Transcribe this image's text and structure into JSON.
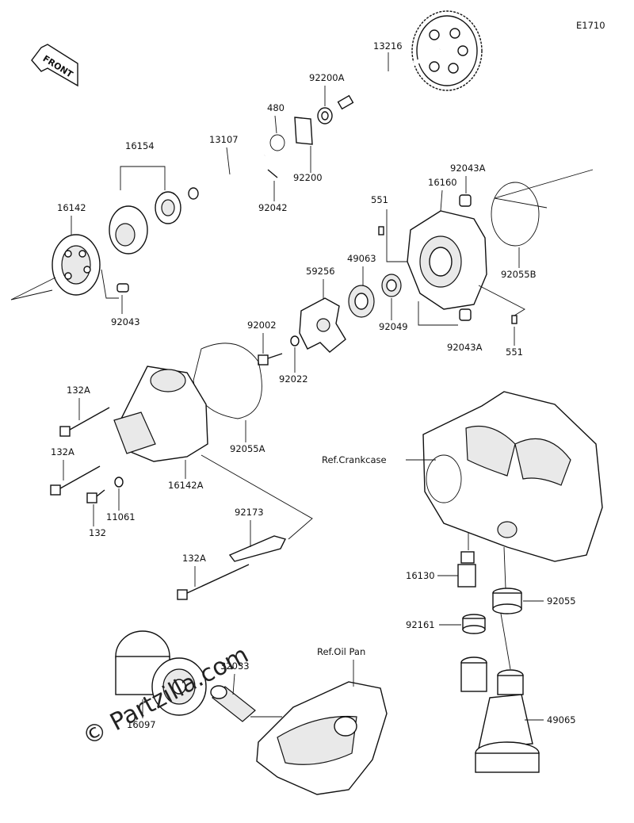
{
  "diagram": {
    "code": "E1710",
    "front_label": "FRONT",
    "watermark": "© Partzilla.com",
    "refs": {
      "crankcase": "Ref.Crankcase",
      "oil_pan": "Ref.Oil Pan"
    },
    "labels": {
      "p13216": "13216",
      "p92200a": "92200A",
      "p480": "480",
      "p13107": "13107",
      "p16154": "16154",
      "p92200": "92200",
      "p92042": "92042",
      "p16142": "16142",
      "p92043": "92043",
      "p92043a_top": "92043A",
      "p16160": "16160",
      "p551_top": "551",
      "p92055b": "92055B",
      "p49063": "49063",
      "p59256": "59256",
      "p92049": "92049",
      "p92043a_bot": "92043A",
      "p551_bot": "551",
      "p92002": "92002",
      "p92022": "92022",
      "p132a_1": "132A",
      "p132a_2": "132A",
      "p132": "132",
      "p11061": "11061",
      "p16142a": "16142A",
      "p92055a": "92055A",
      "p92173": "92173",
      "p132a_3": "132A",
      "p16130": "16130",
      "p92055": "92055",
      "p92161": "92161",
      "p32033": "32033",
      "p16097": "16097",
      "p49065": "49065"
    }
  }
}
